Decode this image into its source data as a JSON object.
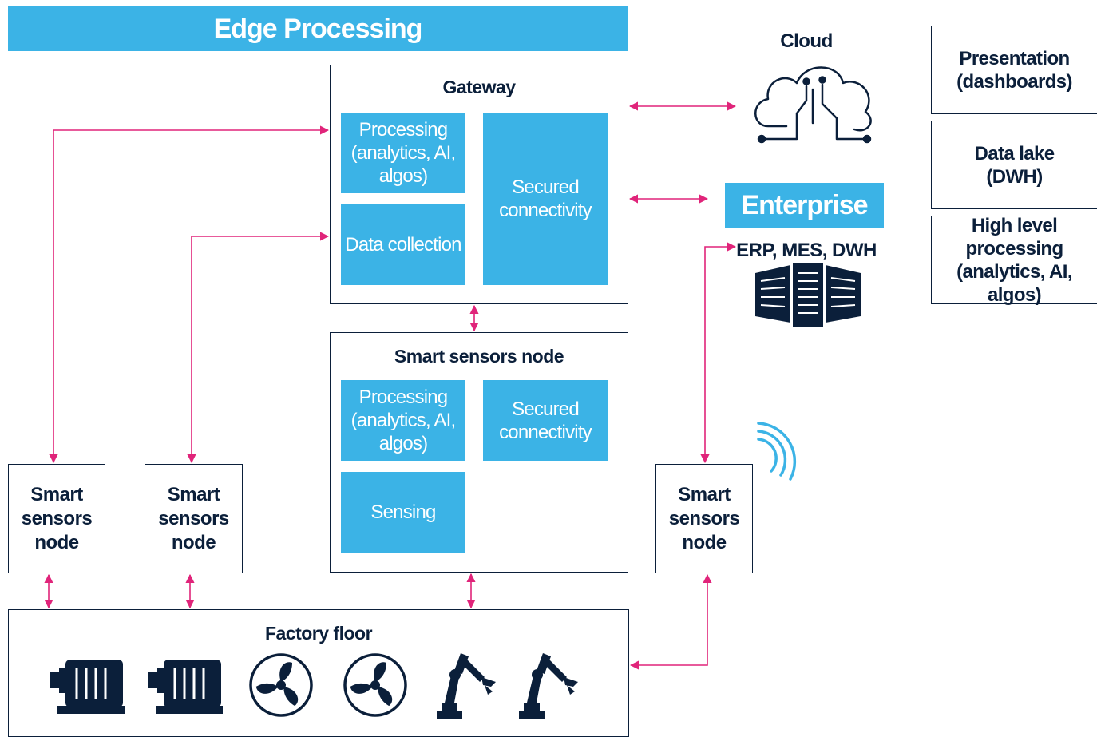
{
  "banner": {
    "title": "Edge Processing"
  },
  "gateway": {
    "title": "Gateway",
    "processing": "Processing\n(analytics, AI,\nalgos)",
    "data_collection": "Data collection",
    "secured": "Secured\nconnectivity"
  },
  "sensor_node_main": {
    "title": "Smart sensors node",
    "processing": "Processing\n(analytics, AI,\nalgos)",
    "secured": "Secured\nconnectivity",
    "sensing": "Sensing"
  },
  "side_nodes": [
    {
      "label": "Smart\nsensors\nnode"
    },
    {
      "label": "Smart\nsensors\nnode"
    },
    {
      "label": "Smart\nsensors\nnode"
    }
  ],
  "factory": {
    "title": "Factory floor"
  },
  "cloud": {
    "label": "Cloud"
  },
  "enterprise": {
    "title": "Enterprise",
    "subtitle": "ERP, MES, DWH"
  },
  "right_panel": [
    {
      "label": "Presentation\n(dashboards)"
    },
    {
      "label": "Data lake\n(DWH)"
    },
    {
      "label": "High level\nprocessing\n(analytics, AI, algos)"
    }
  ],
  "colors": {
    "accent": "#3bb3e6",
    "arrow": "#e0247a",
    "dark": "#0b1f3a"
  },
  "icons": [
    "motor-icon",
    "motor-icon",
    "fan-icon",
    "fan-icon",
    "robot-arm-icon",
    "robot-arm-icon",
    "cloud-circuit-icon",
    "server-rack-icon",
    "wireless-signal-icon"
  ]
}
